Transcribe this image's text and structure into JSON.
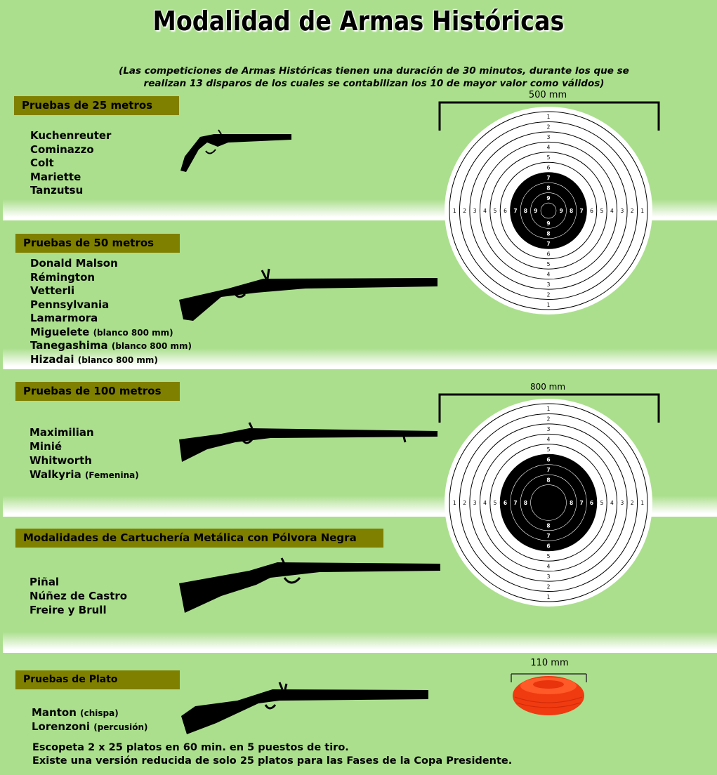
{
  "title": "Modalidad de Armas Históricas",
  "subtitle": [
    "(Las competiciones de Armas Históricas tienen una duración de 30 minutos, durante los que se",
    "realizan 13 disparos de los cuales se contabilizan los 10 de mayor valor como válidos)"
  ],
  "sections": [
    {
      "header": "Pruebas de 25 metros",
      "items": [
        {
          "name": "Kuchenreuter"
        },
        {
          "name": "Cominazzo"
        },
        {
          "name": "Colt"
        },
        {
          "name": "Mariette"
        },
        {
          "name": "Tanzutsu"
        }
      ],
      "weapon_icon": "pistol-icon"
    },
    {
      "header": "Pruebas de 50 metros",
      "items": [
        {
          "name": "Donald Malson"
        },
        {
          "name": "Rémington"
        },
        {
          "name": "Vetterli"
        },
        {
          "name": "Pennsylvania"
        },
        {
          "name": "Lamarmora"
        },
        {
          "name": "Miguelete",
          "note": "(blanco 800 mm)"
        },
        {
          "name": "Tanegashima",
          "note": "(blanco 800 mm)"
        },
        {
          "name": "Hizadai",
          "note": "(blanco 800 mm)"
        }
      ],
      "weapon_icon": "flintlock-rifle-icon"
    },
    {
      "header": "Pruebas de 100 metros",
      "items": [
        {
          "name": "Maximilian"
        },
        {
          "name": "Minié"
        },
        {
          "name": "Whitworth"
        },
        {
          "name": "Walkyria",
          "note": "(Femenina)"
        }
      ],
      "weapon_icon": "percussion-rifle-icon"
    },
    {
      "header": "Modalidades de Cartuchería Metálica con Pólvora Negra",
      "items": [
        {
          "name": "Piñal"
        },
        {
          "name": "Núñez de Castro"
        },
        {
          "name": "Freire y Brull"
        }
      ],
      "weapon_icon": "cartridge-rifle-icon"
    },
    {
      "header": "Pruebas de Plato",
      "items": [
        {
          "name": "Manton",
          "note": "(chispa)"
        },
        {
          "name": "Lorenzoni",
          "note": "(percusión)"
        }
      ],
      "weapon_icon": "shotgun-icon"
    }
  ],
  "plato_notes": [
    "Escopeta 2 x 25 platos en 60 min. en 5 puestos de tiro.",
    "Existe una versión reducida de solo 25 platos para las Fases de la Copa Presidente."
  ],
  "targets": [
    {
      "size_label": "500 mm",
      "rings": [
        "1",
        "2",
        "3",
        "4",
        "5",
        "6",
        "7",
        "8",
        "9"
      ],
      "black_from": "7",
      "h_inner": "9"
    },
    {
      "size_label": "800 mm",
      "rings": [
        "1",
        "2",
        "3",
        "4",
        "5",
        "6",
        "7",
        "8"
      ],
      "black_from": "6",
      "h_inner": ""
    }
  ],
  "clay": {
    "size_label": "110 mm",
    "color": "#f03a10"
  },
  "colors": {
    "background": "#abdf8d",
    "header": "#7f7f00"
  }
}
